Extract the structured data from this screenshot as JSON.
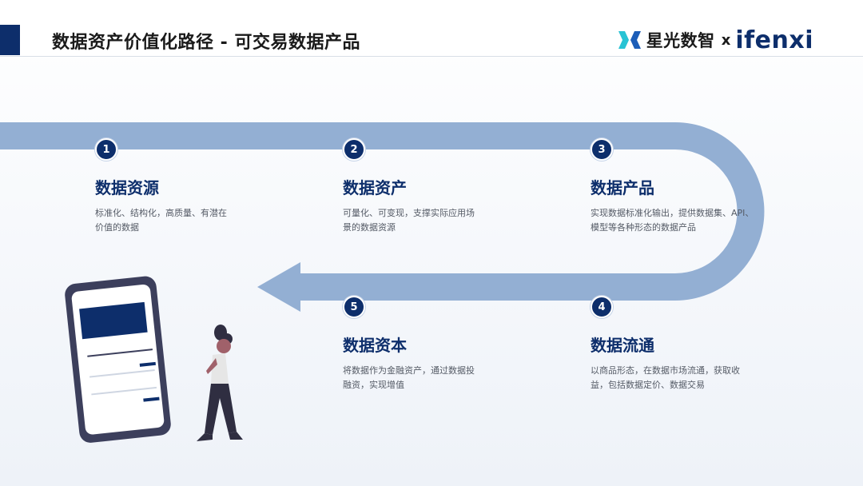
{
  "header": {
    "title": "数据资产价值化路径 - 可交易数据产品",
    "logo_cn": "星光数智",
    "logo_x": "x",
    "logo_en": "ifenxi"
  },
  "steps": [
    {
      "num": "1",
      "title": "数据资源",
      "desc": "标准化、结构化，高质量、有潜在价值的数据"
    },
    {
      "num": "2",
      "title": "数据资产",
      "desc": "可量化、可变现，支撑实际应用场景的数据资源"
    },
    {
      "num": "3",
      "title": "数据产品",
      "desc": "实现数据标准化输出，提供数据集、API、模型等各种形态的数据产品"
    },
    {
      "num": "4",
      "title": "数据流通",
      "desc": "以商品形态，在数据市场流通，获取收益，包括数据定价、数据交易"
    },
    {
      "num": "5",
      "title": "数据资本",
      "desc": "将数据作为金融资产，通过数据投融资，实现增值"
    }
  ],
  "colors": {
    "primary": "#0d2e6b",
    "path": "#93afd3",
    "text_secondary": "#555b66"
  }
}
